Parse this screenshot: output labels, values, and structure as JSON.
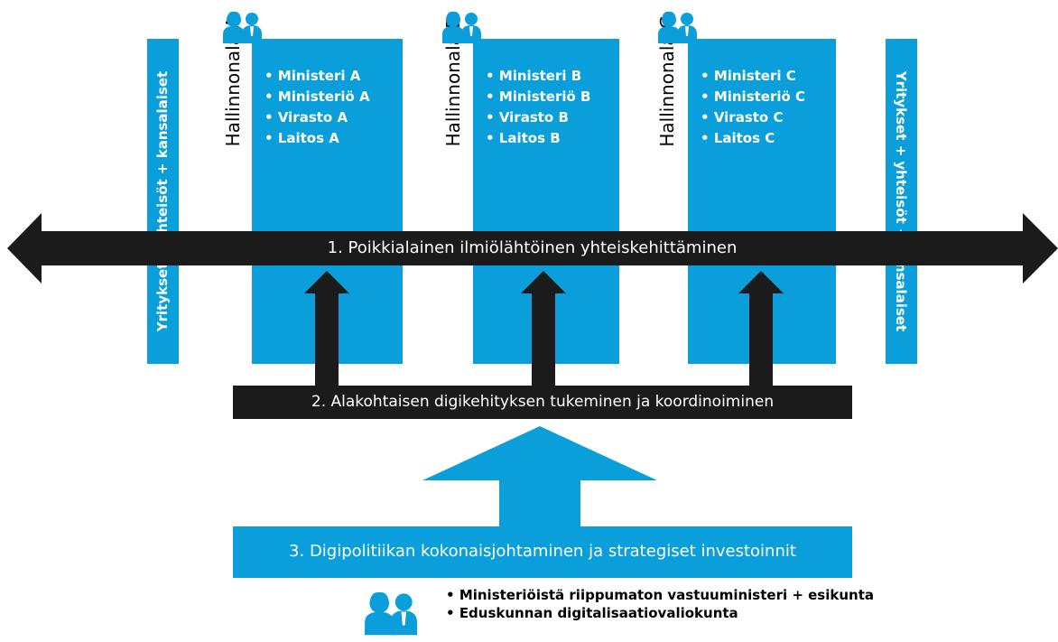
{
  "colors": {
    "blue": "#0a9fdb",
    "black": "#1b1b1b",
    "white": "#ffffff"
  },
  "side_labels": {
    "left": "Yritykset + yhteisöt + kansalaiset",
    "right": "Yritykset + yhteisöt + kansalaiset"
  },
  "columns": [
    {
      "title": "Hallinnonala A",
      "items": [
        "Ministeri A",
        "Ministeriö A",
        "Virasto A",
        "Laitos A"
      ],
      "icon": "people-icon"
    },
    {
      "title": "Hallinnonala B",
      "items": [
        "Ministeri B",
        "Ministeriö B",
        "Virasto B",
        "Laitos B"
      ],
      "icon": "people-icon"
    },
    {
      "title": "Hallinnonala C",
      "items": [
        "Ministeri C",
        "Ministeriö C",
        "Virasto C",
        "Laitos C"
      ],
      "icon": "people-icon"
    }
  ],
  "arrow_label": "1. Poikkialainen ilmiölähtöinen yhteiskehittäminen",
  "bar2_label": "2. Alakohtaisen digikehityksen tukeminen ja koordinoiminen",
  "bar3_label": "3. Digipolitiikan kokonaisjohtaminen ja strategiset investoinnit",
  "bottom_items": [
    "Ministeriöistä riippumaton vastuuministeri + esikunta",
    "Eduskunnan digitalisaatiovaliokunta"
  ]
}
